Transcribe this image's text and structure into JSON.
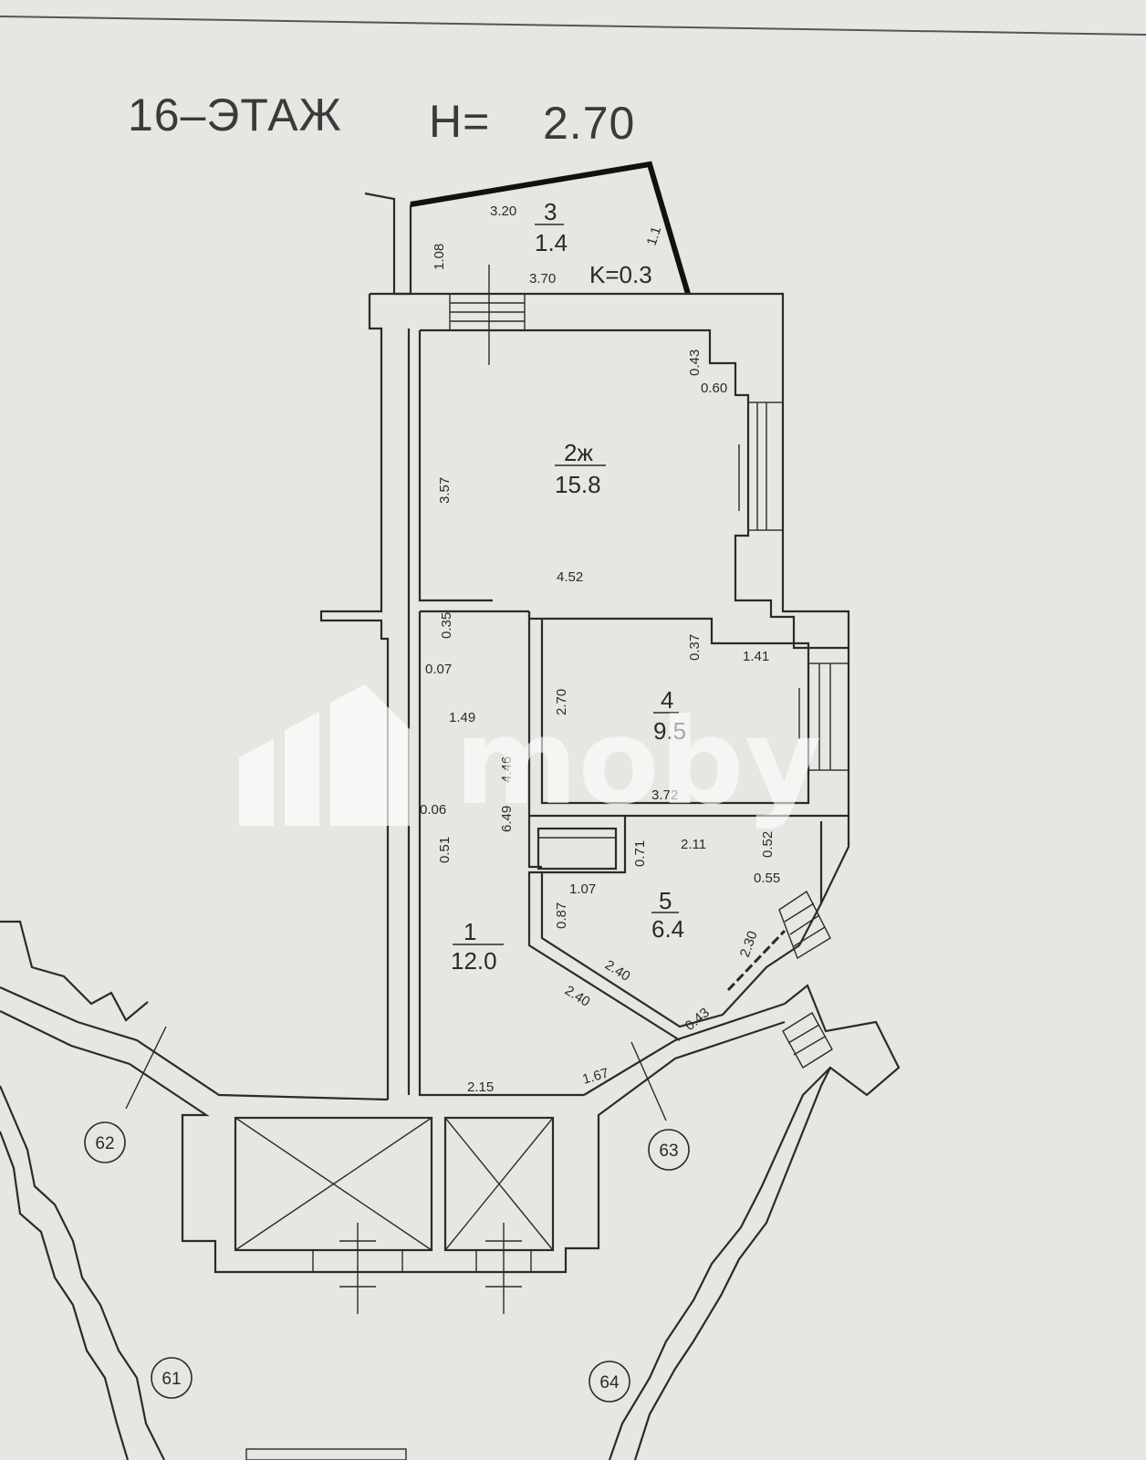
{
  "header": {
    "floor_title": "16–ЭТАЖ",
    "height_label": "H=",
    "height_value": "2.70"
  },
  "rooms": [
    {
      "number": "3",
      "area": "1.4",
      "coefficient": "K=0.3"
    },
    {
      "number": "2ж",
      "area": "15.8"
    },
    {
      "number": "4",
      "area": "9.5"
    },
    {
      "number": "5",
      "area": "6.4"
    },
    {
      "number": "1",
      "area": "12.0"
    }
  ],
  "dimensions": {
    "balcony_top": "3.20",
    "balcony_left": "1.08",
    "balcony_bottom": "3.70",
    "balcony_right": "1.1",
    "r2_left": "3.57",
    "r2_bottom": "4.52",
    "r2_corner_v": "0.43",
    "r2_corner_h": "0.60",
    "r4_top_v": "0.37",
    "r4_top_h": "1.41",
    "r4_left": "2.70",
    "r4_bottom": "3.72",
    "r1_a": "0.35",
    "r1_b": "0.07",
    "r1_c": "1.49",
    "r1_d": "4.46",
    "r1_e": "0.06",
    "r1_f": "6.49",
    "r1_g": "0.51",
    "r1_diag": "2.40",
    "r1_bottom": "2.15",
    "r1_right": "1.67",
    "r5_a": "0.71",
    "r5_top": "2.11",
    "r5_b": "0.52",
    "r5_c": "0.55",
    "r5_d": "1.07",
    "r5_left": "0.87",
    "r5_diag": "2.40",
    "r5_right": "2.30",
    "r5_corner": "0.43"
  },
  "axes": [
    "62",
    "63",
    "61",
    "64"
  ],
  "watermark": "moby"
}
